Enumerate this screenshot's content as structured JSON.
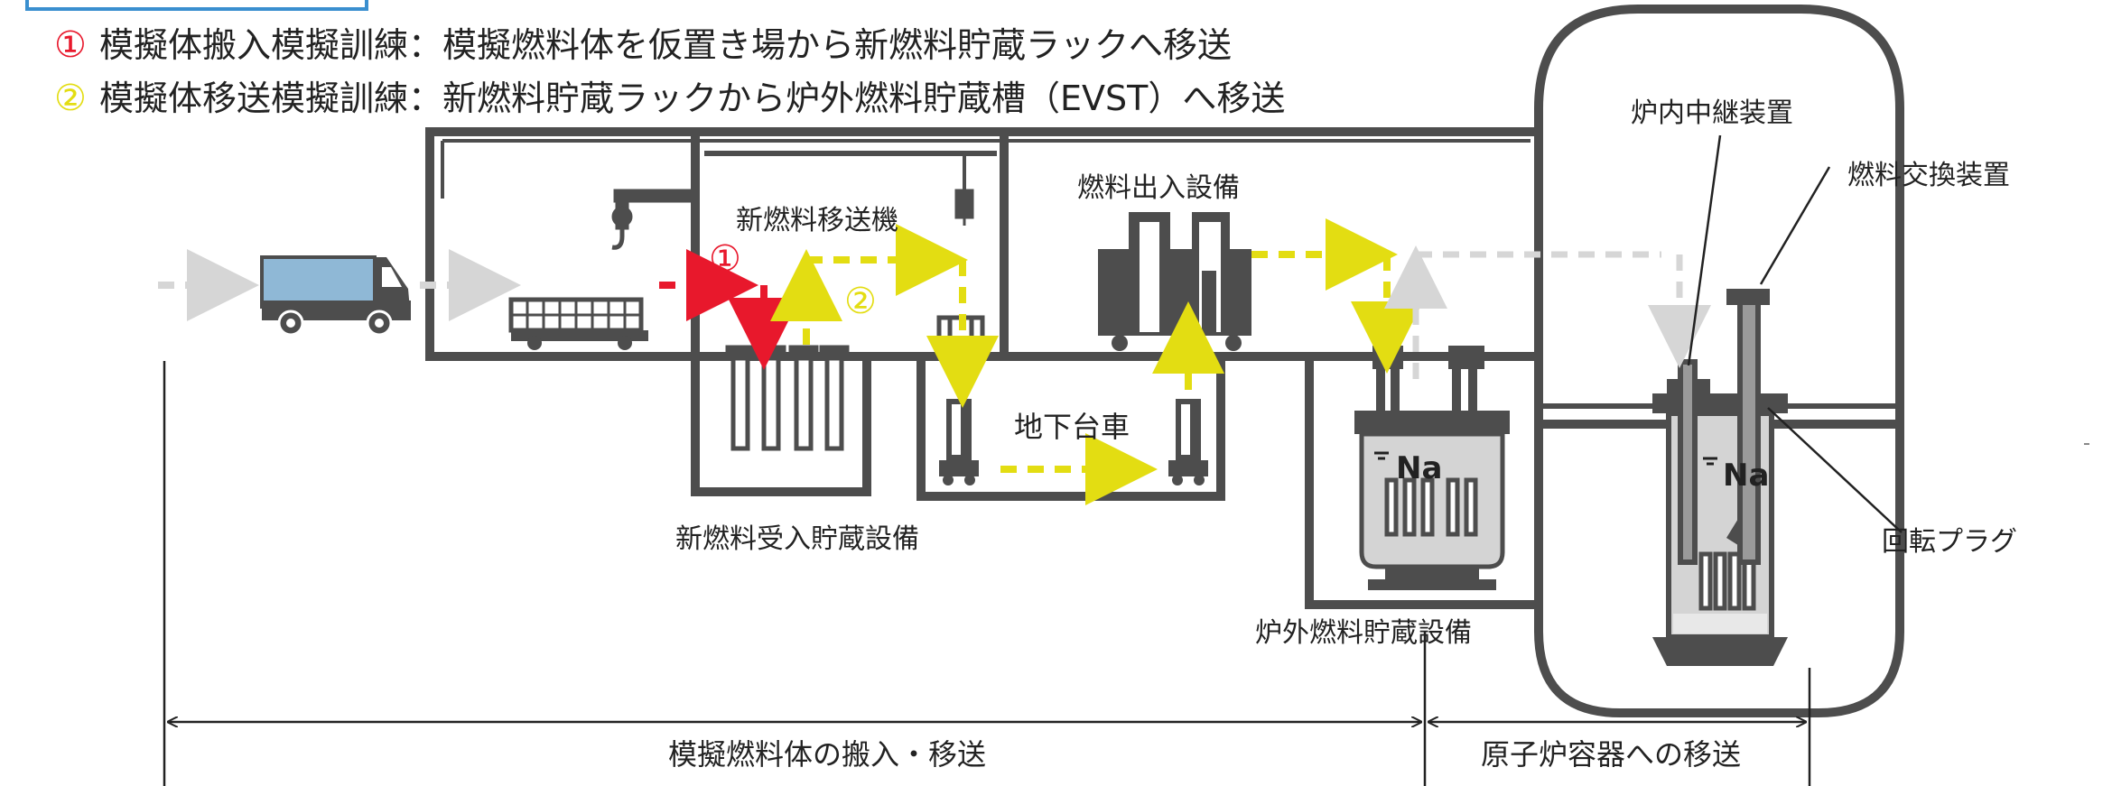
{
  "legend": {
    "item1_marker": "①",
    "item1_text": "模擬体搬入模擬訓練：模擬燃料体を仮置き場から新燃料貯蔵ラックへ移送",
    "item2_marker": "②",
    "item2_text": "模擬体移送模擬訓練：新燃料貯蔵ラックから炉外燃料貯蔵槽（EVST）へ移送"
  },
  "labels": {
    "new_fuel_transfer_machine": "新燃料移送機",
    "fuel_inout_equipment": "燃料出入設備",
    "in_vessel_transfer_device": "炉内中継装置",
    "fuel_handling_machine": "燃料交換装置",
    "underground_cart": "地下台車",
    "new_fuel_receiving_storage": "新燃料受入貯蔵設備",
    "ex_vessel_storage": "炉外燃料貯蔵設備",
    "rotating_plug": "回転プラグ",
    "sodium_evst": "Na",
    "sodium_reactor": "Na",
    "route_marker_1": "①",
    "route_marker_2": "②"
  },
  "scope": {
    "left_label": "模擬燃料体の搬入・移送",
    "right_label": "原子炉容器への移送"
  },
  "colors": {
    "route1": "#e8182c",
    "route2": "#e3dd12",
    "inactive_route": "#d6d6d6",
    "structure": "#4d4d4d",
    "sodium": "#d4d4d4",
    "frame_blue": "#3a8fcf",
    "truck_cargo": "#8fb8d6"
  }
}
